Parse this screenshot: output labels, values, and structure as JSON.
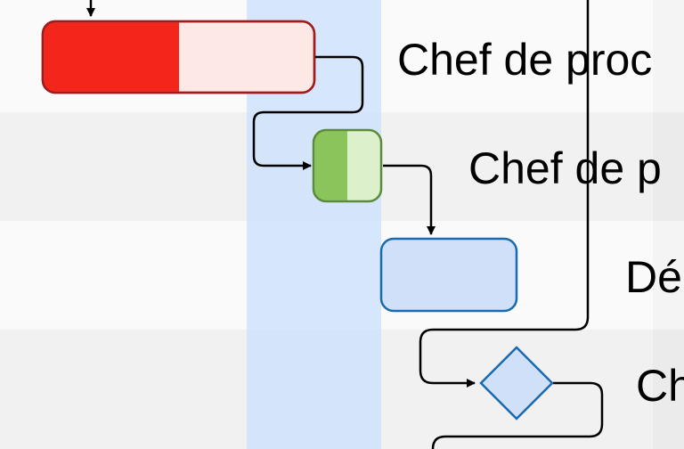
{
  "gantt": {
    "tasks": [
      {
        "label": "Chef de proc",
        "kind": "bar",
        "progress": 0.5,
        "fill": "#f2261b",
        "track": "#fde8e6",
        "stroke": "#a01c1c"
      },
      {
        "label": "Chef de p",
        "kind": "bar",
        "progress": 0.5,
        "fill": "#8ac45b",
        "track": "#dcf0cb",
        "stroke": "#5a8a3a"
      },
      {
        "label": "Dé",
        "kind": "bar",
        "progress": 0,
        "fill": "#cfe0f8",
        "track": "#cfe0f8",
        "stroke": "#1a6aaf"
      },
      {
        "label": "Ch",
        "kind": "milestone",
        "fill": "#cfe0f8",
        "stroke": "#1a6aaf"
      }
    ],
    "highlight_column_color": "#cfe2fb",
    "row_colors": [
      "#fafafa",
      "#f1f1f1"
    ],
    "today_line_color": "#000000",
    "arrow_color": "#000000"
  }
}
